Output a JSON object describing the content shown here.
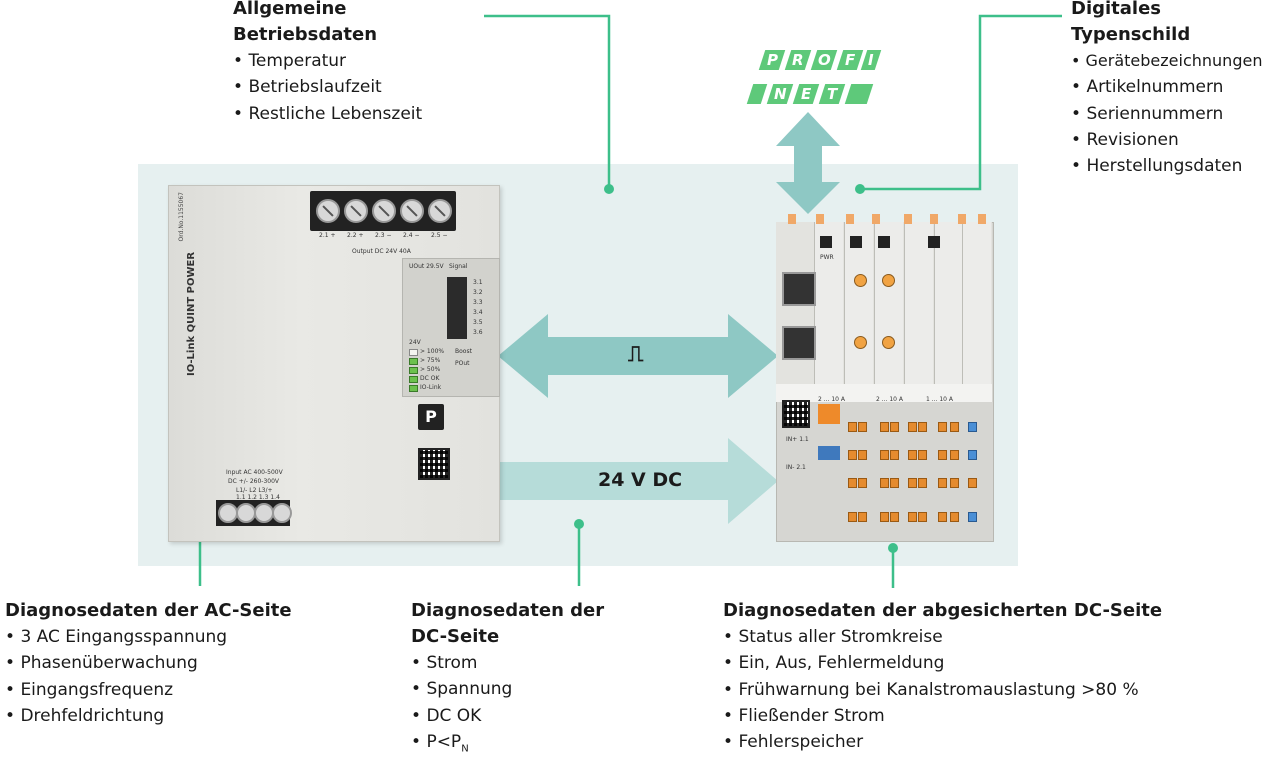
{
  "blocks": {
    "betriebsdaten": {
      "title_line1": "Allgemeine",
      "title_line2": "Betriebsdaten",
      "items": [
        "Temperatur",
        "Betriebslaufzeit",
        "Restliche Lebenszeit"
      ]
    },
    "typenschild": {
      "title_line1": "Digitales",
      "title_line2": "Typenschild",
      "items": [
        "Gerätebezeichnungen",
        "Artikelnummern",
        "Seriennummern",
        "Revisionen",
        "Herstellungsdaten"
      ]
    },
    "ac_seite": {
      "title": "Diagnosedaten der AC-Seite",
      "items": [
        "3 AC Eingangsspannung",
        "Phasenüberwachung",
        "Eingangsfrequenz",
        "Drehfeldrichtung"
      ]
    },
    "dc_seite": {
      "title_line1": "Diagnosedaten der",
      "title_line2": "DC-Seite",
      "items": [
        "Strom",
        "Spannung",
        "DC OK"
      ],
      "last_item_main": "P<P",
      "last_item_sub": "N"
    },
    "abgesichert": {
      "title": "Diagnosedaten der abgesicherten DC-Seite",
      "items": [
        "Status aller Stromkreise",
        "Ein, Aus, Fehlermeldung",
        "Frühwarnung bei Kanalstromauslastung >80 %",
        "Fließender Strom",
        "Fehlerspeicher"
      ]
    }
  },
  "arrows": {
    "signal_label": "⎍",
    "dc_label": "24 V DC"
  },
  "profinet": {
    "row1": [
      "P",
      "R",
      "O",
      "F",
      "I"
    ],
    "row2": [
      "N",
      "E",
      "T"
    ]
  },
  "psu": {
    "brand": "IO-Link QUINT POWER",
    "order_no": "Ord.No.1155067",
    "output_label": "Output DC 24V 40A",
    "terminal_labels": [
      "2.1 +",
      "2.2 +",
      "2.3 −",
      "2.4 −",
      "2.5 −"
    ],
    "uout": "UOut 29.5V",
    "signal": "Signal",
    "signal_pins": [
      "3.1",
      "3.2",
      "3.3",
      "3.4",
      "3.5",
      "3.6"
    ],
    "v24": "24V",
    "led_labels": [
      "> 100%",
      "> 75%",
      "> 50%",
      "DC OK",
      "IO-Link"
    ],
    "boost": "Boost",
    "pout": "POut",
    "input_label": "Input AC 400-500V",
    "input_label2": "DC +/- 260-300V",
    "input_pins": "L1/-  L2  L3/+",
    "input_nums": "1.1  1.2  1.3  1.4"
  },
  "iodevice": {
    "current_labels": [
      "2 ... 10 A",
      "2 ... 10 A",
      "1 ... 10 A"
    ],
    "pwr": "PWR",
    "in1": "IN+ 1.1",
    "in2": "IN- 2.1"
  },
  "colors": {
    "accent_green": "#3dbf8a",
    "arrow_teal": "#8ec8c4",
    "backdrop": "#e6f0f0",
    "profinet_green": "#5ec97a"
  }
}
